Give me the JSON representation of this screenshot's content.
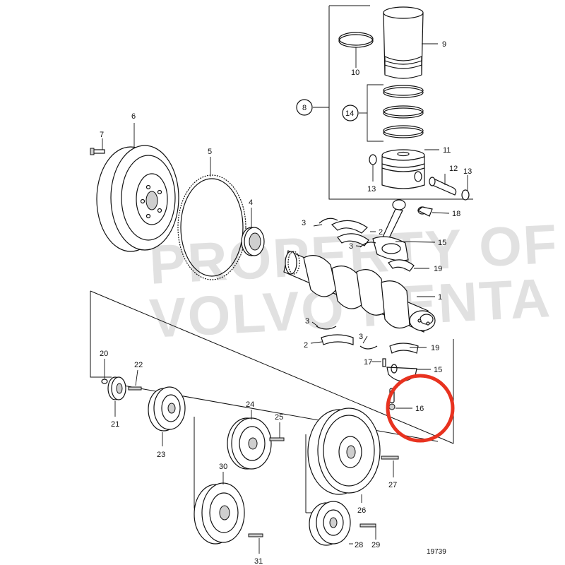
{
  "watermark": {
    "line1": "PROPERTY OF",
    "line2": "VOLVO PENTA"
  },
  "figure_number": "19739",
  "highlight_color": "#e8321f",
  "labels": {
    "p1": "1",
    "p2a": "2",
    "p2b": "2",
    "p3a": "3",
    "p3b": "3",
    "p3c": "3",
    "p3d": "3",
    "p4": "4",
    "p5": "5",
    "p6": "6",
    "p7": "7",
    "p8": "8",
    "p9": "9",
    "p10": "10",
    "p11": "11",
    "p12": "12",
    "p13a": "13",
    "p13b": "13",
    "p14": "14",
    "p15a": "15",
    "p15b": "15",
    "p16": "16",
    "p17": "17",
    "p18": "18",
    "p19a": "19",
    "p19b": "19",
    "p20": "20",
    "p21": "21",
    "p22": "22",
    "p23": "23",
    "p24": "24",
    "p25": "25",
    "p26": "26",
    "p27": "27",
    "p28": "28",
    "p29": "29",
    "p30": "30",
    "p31": "31"
  }
}
